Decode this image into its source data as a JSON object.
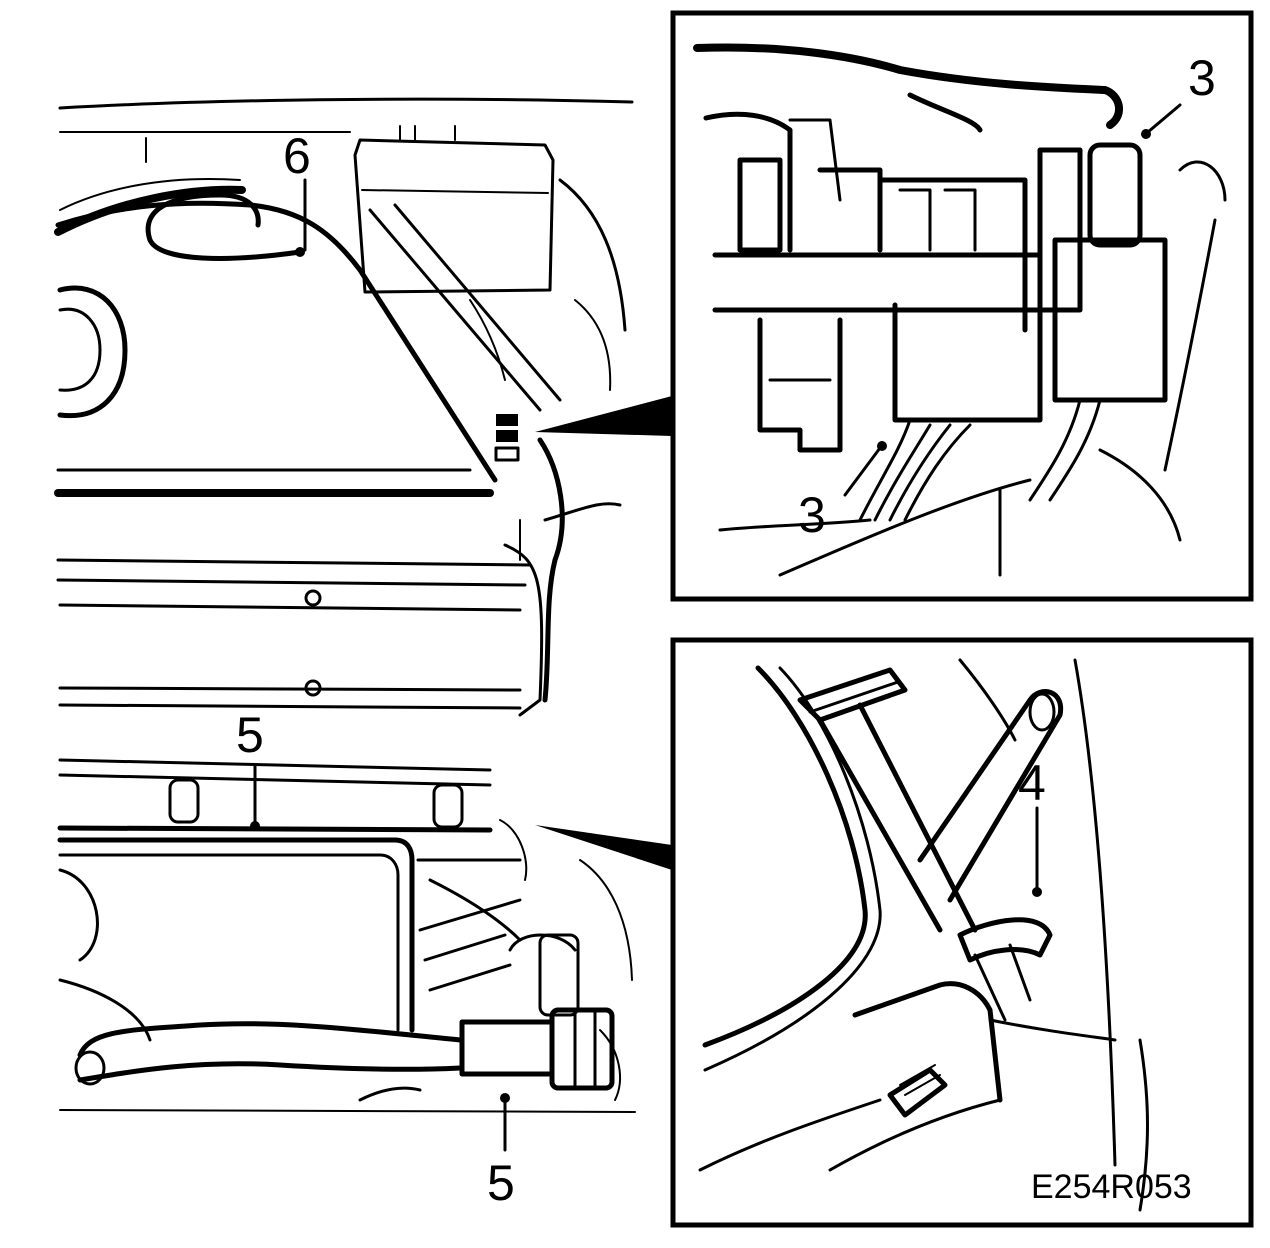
{
  "figure_code": "E254R053",
  "callouts": {
    "main_top": "6",
    "main_middle": "5",
    "main_bottom": "5",
    "inset_top_upper": "3",
    "inset_top_lower": "3",
    "inset_bottom": "4"
  },
  "colors": {
    "ink": "#000000",
    "paper": "#ffffff"
  }
}
